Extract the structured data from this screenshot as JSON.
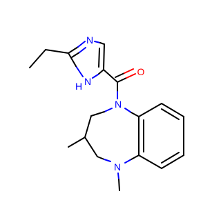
{
  "molecule": {
    "atoms": {
      "n_imidazole_top": {
        "label": "N",
        "color": "#0000ff"
      },
      "nh_imidazole": {
        "label": "N",
        "h_label": "H",
        "color": "#0000ff"
      },
      "o_carbonyl": {
        "label": "O",
        "color": "#ff0000"
      },
      "n_amide": {
        "label": "N",
        "color": "#0000ff"
      },
      "n_methyl": {
        "label": "N",
        "color": "#0000ff"
      }
    }
  },
  "colors": {
    "carbon_bond": "#000000",
    "nitrogen": "#0000ff",
    "oxygen": "#ff0000",
    "background": "#ffffff"
  }
}
